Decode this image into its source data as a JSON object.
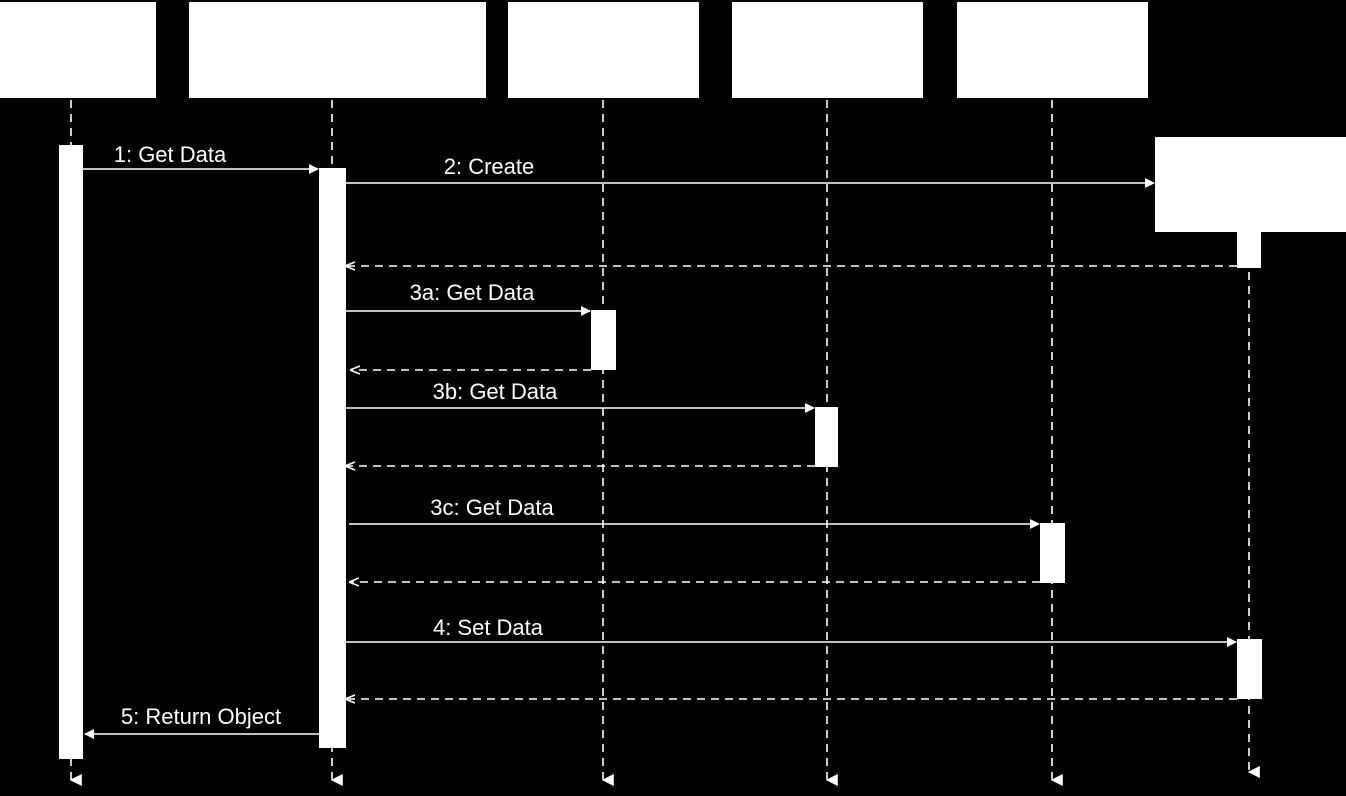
{
  "colors": {
    "background": "#000000",
    "foreground": "#ffffff"
  },
  "participants": [
    {
      "id": "p1",
      "label": ""
    },
    {
      "id": "p2",
      "label": ""
    },
    {
      "id": "p3",
      "label": ""
    },
    {
      "id": "p4",
      "label": ""
    },
    {
      "id": "p5",
      "label": ""
    },
    {
      "id": "p6",
      "label": "",
      "created": true
    }
  ],
  "messages": [
    {
      "id": "m1",
      "label": "1: Get Data",
      "kind": "call"
    },
    {
      "id": "m2",
      "label": "2: Create",
      "kind": "create"
    },
    {
      "id": "m2r",
      "label": "",
      "kind": "return"
    },
    {
      "id": "m3a",
      "label": "3a: Get Data",
      "kind": "call"
    },
    {
      "id": "m3ar",
      "label": "",
      "kind": "return"
    },
    {
      "id": "m3b",
      "label": "3b: Get Data",
      "kind": "call"
    },
    {
      "id": "m3br",
      "label": "",
      "kind": "return"
    },
    {
      "id": "m3c",
      "label": "3c: Get Data",
      "kind": "call"
    },
    {
      "id": "m3cr",
      "label": "",
      "kind": "return"
    },
    {
      "id": "m4",
      "label": "4: Set Data",
      "kind": "call"
    },
    {
      "id": "m4r",
      "label": "",
      "kind": "return"
    },
    {
      "id": "m5",
      "label": "5: Return Object",
      "kind": "call"
    }
  ]
}
